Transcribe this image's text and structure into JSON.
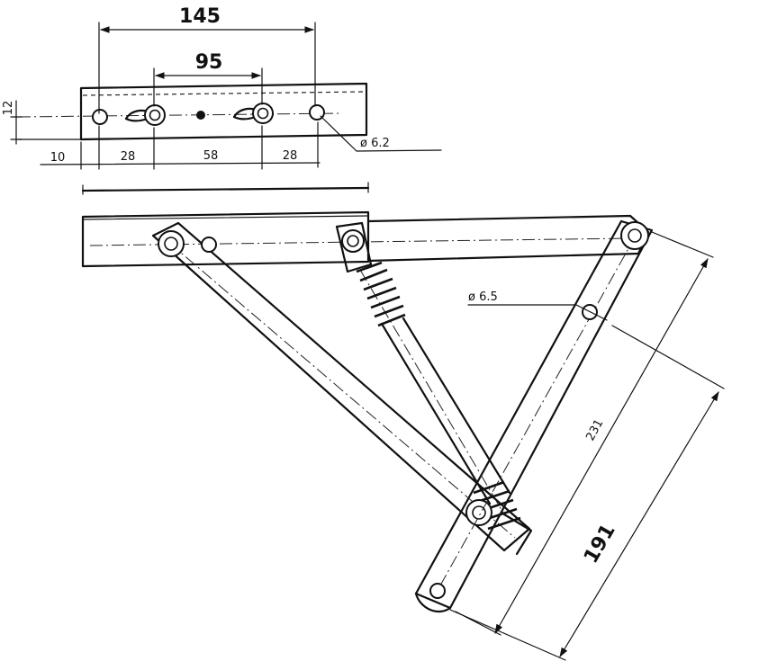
{
  "dimensions": {
    "overall_hole_span": "145",
    "slot_span": "95",
    "plate_height": "12",
    "edge_offset": "10",
    "left_segment": "28",
    "middle_segment": "58",
    "right_segment": "28",
    "plate_hole_diameter": "ø 6.2",
    "arm_hole_diameter": "ø 6.5",
    "upper_arm_length": "231",
    "lower_arm_length": "191"
  }
}
